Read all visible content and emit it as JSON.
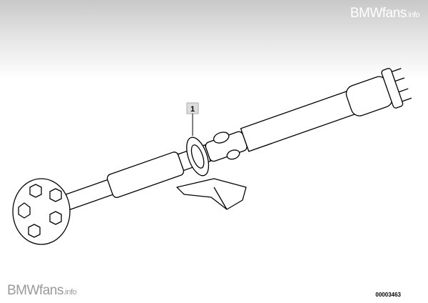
{
  "watermark_top": {
    "main": "BMWfans",
    "suffix": ".info"
  },
  "watermark_bottom": {
    "main": "BMWfans",
    "suffix": ".info"
  },
  "callouts": [
    {
      "label": "1"
    }
  ],
  "diagram_number": "00003463"
}
